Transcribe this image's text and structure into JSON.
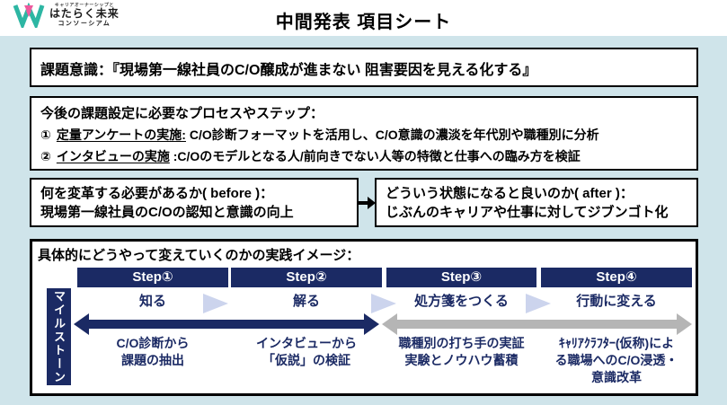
{
  "page": {
    "title": "中間発表 項目シート"
  },
  "logo": {
    "tagline": "キャリアオーナーシップと",
    "name": "はたらく未来",
    "subname": "コンソーシアム"
  },
  "colors": {
    "background": "#cfe4ea",
    "navy": "#1b2a64",
    "gray_arrow": "#b5b5b5",
    "chevron": "#ccd4ed",
    "logo_teal": "#2db6a3",
    "logo_pink": "#ee5a9d"
  },
  "issue_box": {
    "text": "課題意識：『現場第一線社員のC/O醸成が進まない 阻害要因を見える化する』"
  },
  "process_box": {
    "title": "今後の課題設定に必要なプロセスやステップ：",
    "items": [
      {
        "num": "①",
        "underline": "定量アンケートの実施:",
        "rest": " C/O診断フォーマットを活用し、C/O意識の濃淡を年代別や職種別に分析"
      },
      {
        "num": "②",
        "underline": "インタビューの実施",
        "rest": " :C/Oのモデルとなる人/前向きでない人等の特徴と仕事への臨み方を検証"
      }
    ]
  },
  "before_box": {
    "line1": "何を変革する必要があるか( before )：",
    "line2": "現場第一線社員のC/Oの認知と意識の向上"
  },
  "after_box": {
    "line1": "どういう状態になると良いのか( after )：",
    "line2": "じぶんのキャリアや仕事に対してジブンゴト化"
  },
  "practice_box": {
    "title": "具体的にどうやって変えていくのかの実践イメージ：",
    "milestone_label": "マイルストーン",
    "steps": [
      {
        "header": "Step①",
        "label": "知る",
        "desc": "C/O診断から\n課題の抽出"
      },
      {
        "header": "Step②",
        "label": "解る",
        "desc": "インタビューから\n「仮説」の検証"
      },
      {
        "header": "Step③",
        "label": "処方箋をつくる",
        "desc": "職種別の打ち手の実証\n実験とノウハウ蓄積"
      },
      {
        "header": "Step④",
        "label": "行動に変える",
        "desc": "ｷｬﾘｱｸﾗﾌﾀｰ(仮称)によ\nる職場へのC/O浸透・\n意識改革"
      }
    ]
  }
}
